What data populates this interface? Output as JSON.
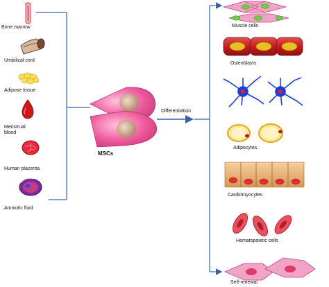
{
  "diagram": {
    "sources": [
      {
        "label": "Bone marrow"
      },
      {
        "label": "Umbilical cord"
      },
      {
        "label": "Adipose tissue"
      },
      {
        "label": "Menstrual\nblood"
      },
      {
        "label": "Human placenta"
      },
      {
        "label": "Amniotic fluid"
      }
    ],
    "center_label": "MSCs",
    "arrow_label": "Differentiation",
    "targets": [
      {
        "label": "Muscle cells"
      },
      {
        "label": "Osteoblasts"
      },
      {
        "label": "Adipocytes"
      },
      {
        "label": "Cardiomyocytes"
      },
      {
        "label": "Hematopoietic cells"
      },
      {
        "label": "Self-renewal"
      }
    ],
    "colors": {
      "line": "#3a5fb0",
      "cell_pink": "#ef5a9c",
      "nucleus": "#c9a58a",
      "muscle_green": "#6ed04a",
      "osteoblast_red": "#d32f2f",
      "osteoblast_nucleus": "#e8c020",
      "neuron_blue": "#1f3fd0",
      "adipocyte_yellow": "#f7d85a",
      "cardio_tan": "#e8b27a",
      "hema_red": "#e03a4a"
    }
  }
}
